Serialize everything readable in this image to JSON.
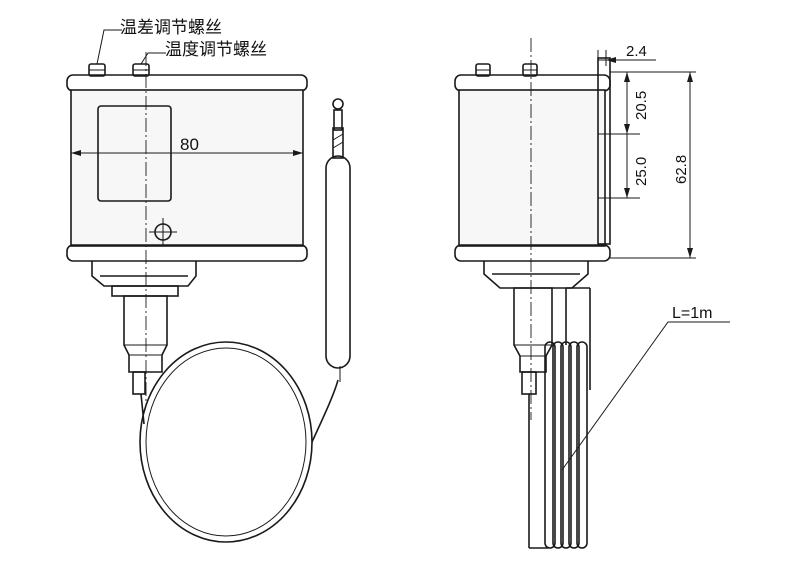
{
  "annotations": {
    "diff_screw": "温差调节螺丝",
    "temp_screw": "温度调节螺丝",
    "capillary_length": "L=1m"
  },
  "dimensions": {
    "width": "80",
    "offset": "2.4",
    "upper_span": "20.5",
    "lower_span": "25.0",
    "total_height": "62.8"
  }
}
